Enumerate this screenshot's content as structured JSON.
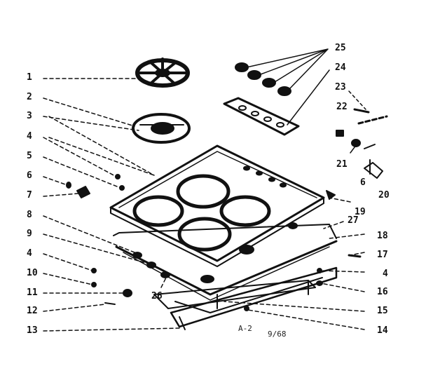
{
  "diagram": {
    "type": "exploded-parts-view",
    "line_color": "#111111",
    "background": "#ffffff",
    "part_numbers_left": [
      "1",
      "2",
      "3",
      "4",
      "5",
      "6",
      "7",
      "8",
      "9",
      "4",
      "10",
      "11",
      "12",
      "13"
    ],
    "part_numbers_right": [
      "25",
      "24",
      "23",
      "22",
      "21",
      "6",
      "20",
      "19",
      "27",
      "18",
      "17",
      "4",
      "16",
      "15",
      "14"
    ],
    "part_numbers_center": [
      "26"
    ],
    "drawing_code": "A-2",
    "date_code": "9/68"
  }
}
